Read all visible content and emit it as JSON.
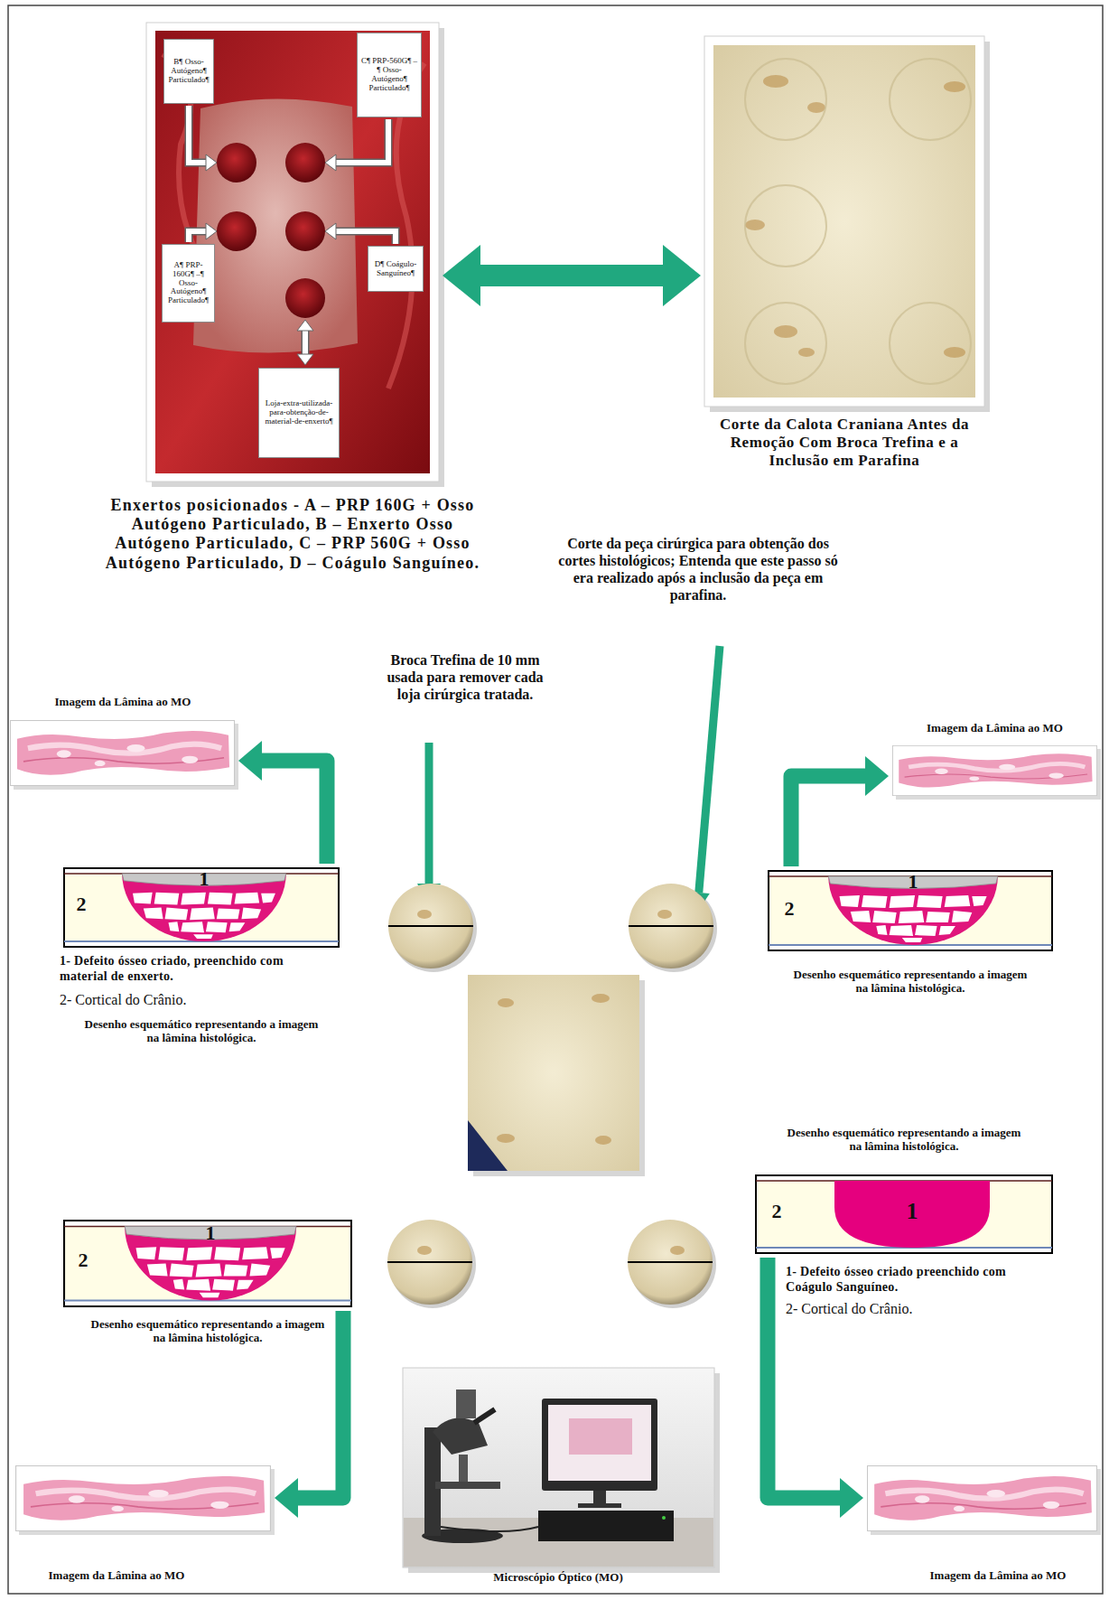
{
  "diagram": {
    "nodes": [
      {
        "text": [
          "Enxertos posicionados - A – PRP 160G + Osso Autógeno Particulado, B – Enxerto Osso Autógeno Particulado, C – PRP 560G + Osso Autógeno Particulado, D – Coágulo Sanguíneo."
        ]
      },
      {
        "text": [
          "B¶ Osso-Autógeno¶ Particulado¶"
        ],
        "in": 0
      },
      {
        "text": [
          "C¶ PRP-560G¶ –¶ Osso-Autógeno¶ Particulado¶"
        ],
        "in": 0
      },
      {
        "text": [
          "A¶ PRP-160G¶ –¶ Osso-Autógeno¶ Particulado¶"
        ],
        "in": 0
      },
      {
        "text": [
          "D¶ Coágulo-Sanguíneo¶"
        ],
        "in": 0
      },
      {
        "text": [
          "Loja-extra-utilizada-para-obtenção-de-material-de-enxerto¶"
        ],
        "in": 0
      },
      {
        "text": [
          "Corte da Calota Craniana Antes da Remoção Com Broca Trefina e a Inclusão em Parafina"
        ]
      },
      {
        "text": [
          "Imagem da Lâmina ao MO"
        ]
      },
      {
        "text": [
          "Imagem da Lâmina ao MO"
        ]
      },
      {
        "text": [
          "1",
          "2",
          "1- Defeito ósseo criado, preenchido com material de enxerto.",
          "2- Cortical do Crânio.",
          "Desenho esquemático representando a imagem na lâmina histológica."
        ]
      },
      {
        "text": [
          "1",
          "2",
          "Desenho esquemático representando a imagem na lâmina histológica."
        ]
      },
      {
        "text": [
          "Desenho esquemático representando a imagem na lâmina histológica.",
          "1",
          "2",
          "1- Defeito ósseo criado preenchido com Coágulo Sanguíneo.",
          "2- Cortical do Crânio."
        ]
      },
      {
        "text": [
          "1",
          "2",
          "Desenho esquemático representando a imagem na lâmina histológica."
        ]
      },
      {
        "text": [
          "Microscópio Óptico (MO)"
        ]
      },
      {
        "text": [
          "Imagem da Lâmina ao MO"
        ]
      },
      {
        "text": [
          "Imagem da Lâmina ao MO"
        ]
      }
    ],
    "edges": [
      {
        "from": 0,
        "to": 6,
        "arrow": "both"
      },
      {
        "from": 9,
        "to": 7,
        "arrow": "to"
      },
      {
        "from": 10,
        "to": 8,
        "arrow": "to"
      },
      {
        "from": 12,
        "to": 14,
        "arrow": "to"
      },
      {
        "from": 11,
        "to": 15,
        "arrow": "to"
      }
    ],
    "labels": [
      "Corte da peça cirúrgica para obtenção dos cortes histológicos; Entenda que este passo só era realizado após a inclusão da peça em parafina.",
      "Broca Trefina de 10 mm usada para remover cada loja cirúrgica tratada."
    ]
  }
}
